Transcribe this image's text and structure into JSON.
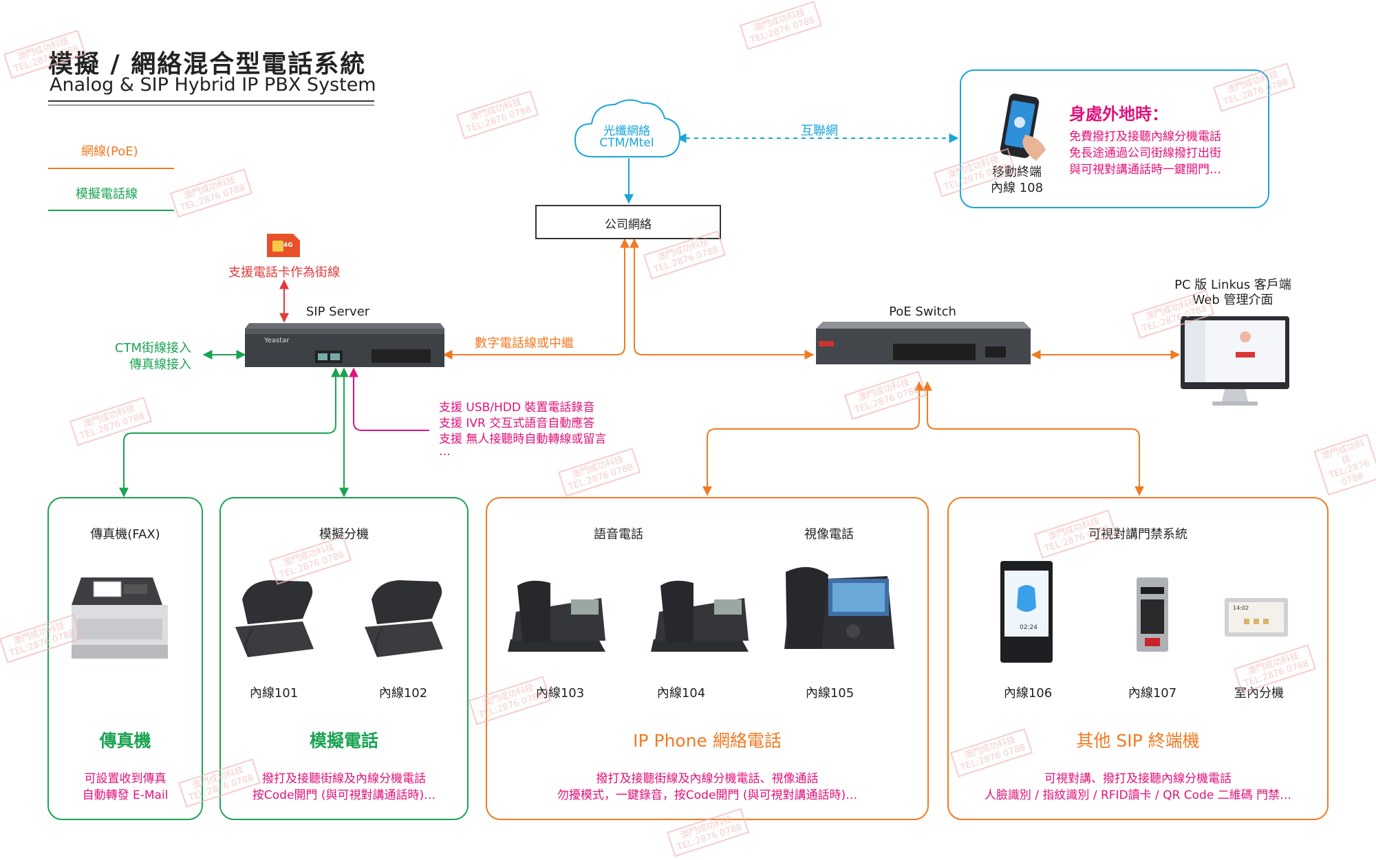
{
  "title": {
    "zh": "模擬 / 網絡混合型電話系統",
    "en": "Analog & SIP Hybrid IP PBX System"
  },
  "legend": [
    {
      "label": "網線(PoE)",
      "color": "#f07a22"
    },
    {
      "label": "模擬電話線",
      "color": "#1aa352"
    }
  ],
  "watermark": {
    "line1": "澳門成功科技",
    "line2": "TEL:2876 0788"
  },
  "cloud": {
    "line1": "光纖網絡",
    "line2": "CTM/Mtel"
  },
  "internet_label": "互聯網",
  "company_network": "公司網絡",
  "sim": {
    "badge": "4G",
    "label": "支援電話卡作為街線"
  },
  "sip_server": {
    "label": "SIP Server",
    "brand": "Yeastar"
  },
  "ctm_lines": {
    "line1": "CTM街線接入",
    "line2": "傳真線接入"
  },
  "digital_trunk": "數字電話線或中繼",
  "features": [
    "支援 USB/HDD 裝置電話錄音",
    "支援 IVR 交互式語音自動應答",
    "支援 無人接聽時自動轉線或留言",
    "…"
  ],
  "poe_switch": {
    "label": "PoE Switch"
  },
  "pc_client": {
    "line1": "PC 版 Linkus 客戶端",
    "line2": "Web 管理介面"
  },
  "mobile": {
    "caption1": "移動終端",
    "caption2": "內線 108",
    "heading": "身處外地時：",
    "lines": [
      "免費撥打及接聽內線分機電話",
      "免長途通過公司街線撥打出街",
      "與可視對講通話時一鍵開門…"
    ]
  },
  "fax_box": {
    "device": "傳真機(FAX)",
    "title": "傳真機",
    "desc": [
      "可設置收到傳真",
      "自動轉發 E-Mail"
    ]
  },
  "analog_box": {
    "device": "模擬分機",
    "ext1": "內線101",
    "ext2": "內線102",
    "title": "模擬電話",
    "desc": [
      "撥打及接聽街線及內線分機電話",
      "按Code開門 (與可視對講通話時)…"
    ]
  },
  "ip_box": {
    "voice": "語音電話",
    "video": "視像電話",
    "ext1": "內線103",
    "ext2": "內線104",
    "ext3": "內線105",
    "title": "IP Phone 網絡電話",
    "desc": [
      "撥打及接聽街線及內線分機電話、視像通話",
      "勿擾模式，一鍵錄音，按Code開門 (與可視對講通話時)…"
    ]
  },
  "sip_box": {
    "device": "可視對講門禁系統",
    "ext1": "內線106",
    "ext2": "內線107",
    "ext3": "室內分機",
    "title": "其他 SIP 終端機",
    "desc": [
      "可視對講、撥打及接聽內線分機電話",
      "人臉識別 / 指紋識別 / RFID讀卡 / QR Code 二維碼 門禁…"
    ],
    "panel_time": "02:24",
    "indoor_time": "14:02"
  },
  "colors": {
    "green": "#1aa352",
    "orange": "#f07a22",
    "magenta": "#e0117a",
    "blue": "#1aa4d8",
    "red": "#e03a3a"
  }
}
